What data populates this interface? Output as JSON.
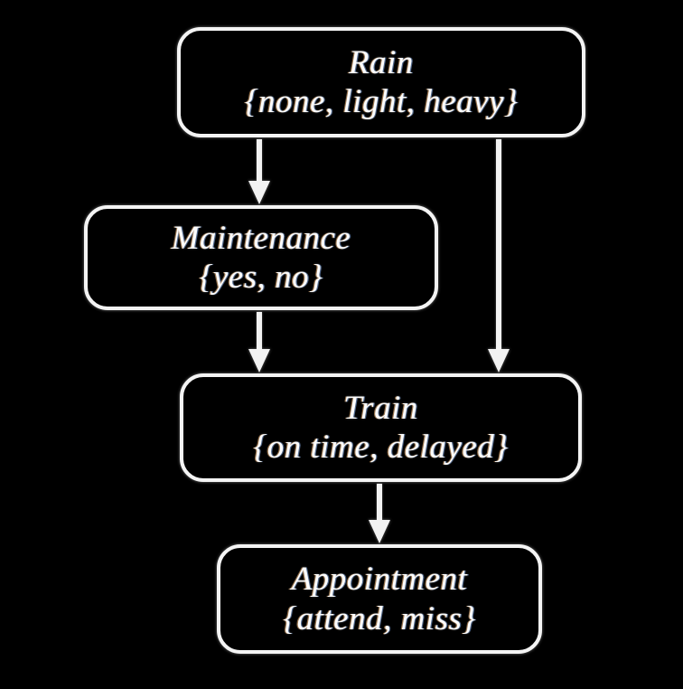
{
  "diagram": {
    "type": "directed-acyclic-graph",
    "title": "",
    "background_color": "#000000",
    "node_border_color": "#f4f4f4",
    "node_fill_color": "#000000",
    "text_color": "#fdfdfd",
    "edge_color": "#f2f2f2",
    "nodes": [
      {
        "id": "rain",
        "name": "Rain",
        "states_text": "{none, light, heavy}",
        "states": [
          "none",
          "light",
          "heavy"
        ]
      },
      {
        "id": "maintenance",
        "name": "Maintenance",
        "states_text": "{yes, no}",
        "states": [
          "yes",
          "no"
        ]
      },
      {
        "id": "train",
        "name": "Train",
        "states_text": "{on time, delayed}",
        "states": [
          "on time",
          "delayed"
        ]
      },
      {
        "id": "appointment",
        "name": "Appointment",
        "states_text": "{attend, miss}",
        "states": [
          "attend",
          "miss"
        ]
      }
    ],
    "edges": [
      {
        "id": "rain-maintenance",
        "from": "Rain",
        "to": "Maintenance",
        "label": ""
      },
      {
        "id": "rain-train",
        "from": "Rain",
        "to": "Train",
        "label": ""
      },
      {
        "id": "maintenance-train",
        "from": "Maintenance",
        "to": "Train",
        "label": ""
      },
      {
        "id": "train-appointment",
        "from": "Train",
        "to": "Appointment",
        "label": ""
      }
    ]
  }
}
